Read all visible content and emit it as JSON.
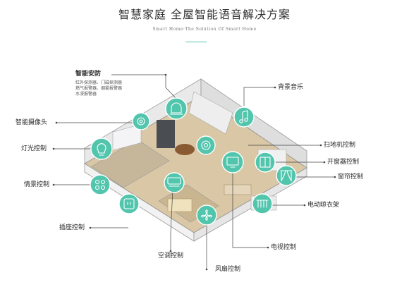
{
  "header": {
    "title": "智慧家庭  全屋智能语音解决方案",
    "subtitle": "Smart Home·The Solution Of Smart Home"
  },
  "colors": {
    "accent": "#52c5ad",
    "line": "#444444"
  },
  "labels": {
    "security": "智能安防",
    "security_details": [
      "红外探测器、门磁探测器",
      "燃气报警器、烟雾报警器",
      "水浸报警器"
    ],
    "camera": "智能摄像头",
    "light": "灯光控制",
    "scene": "情景控制",
    "socket": "插座控制",
    "aircon": "空调控制",
    "fan": "风扇控制",
    "tv": "电视控制",
    "hanger": "电动晾衣架",
    "curtain": "窗帘控制",
    "window": "开窗器控制",
    "sweeper": "扫地机控制",
    "music": "背景音乐"
  }
}
